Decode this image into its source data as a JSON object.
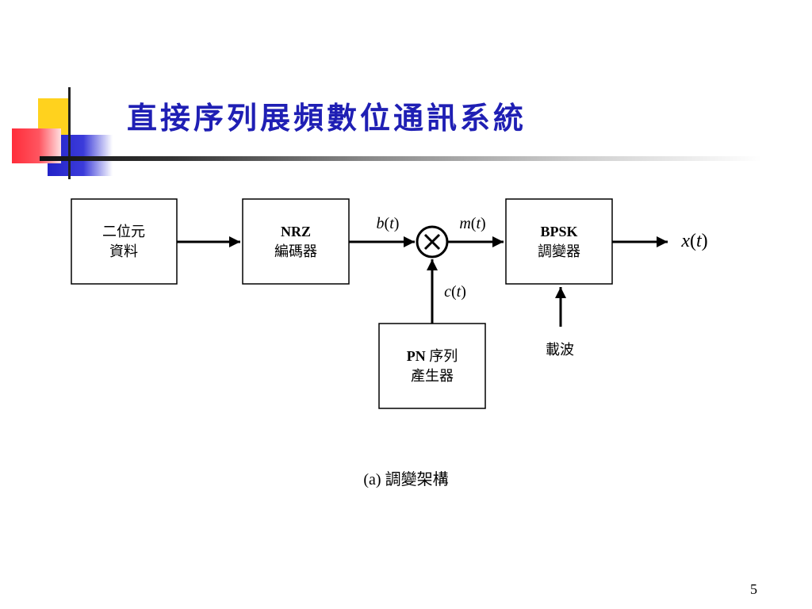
{
  "slide": {
    "title": "直接序列展頻數位通訊系統",
    "caption": "(a) 調變架構",
    "page_number": "5"
  },
  "diagram": {
    "blocks": {
      "data_source": {
        "line1": "二位元",
        "line2": "資料"
      },
      "nrz_encoder": {
        "line1": "NRZ",
        "line2": "編碼器"
      },
      "bpsk_modulator": {
        "line1": "BPSK",
        "line2": "調變器"
      },
      "pn_generator": {
        "line1_bold": "PN",
        "line1_rest": " 序列",
        "line2": "產生器"
      }
    },
    "multiplier_symbol": "×",
    "signals": {
      "b": {
        "var": "b",
        "open": "(",
        "t": "t",
        "close": ")"
      },
      "m": {
        "var": "m",
        "open": "(",
        "t": "t",
        "close": ")"
      },
      "c": {
        "var": "c",
        "open": "(",
        "t": "t",
        "close": ")"
      },
      "x": {
        "var": "x",
        "open": "(",
        "t": "t",
        "close": ")"
      }
    },
    "carrier_label": "載波"
  },
  "colors": {
    "title": "#1f1fb4",
    "accent_yellow": "#ffd21e",
    "accent_red": "#ff2c3a",
    "accent_blue": "#2222c8"
  }
}
